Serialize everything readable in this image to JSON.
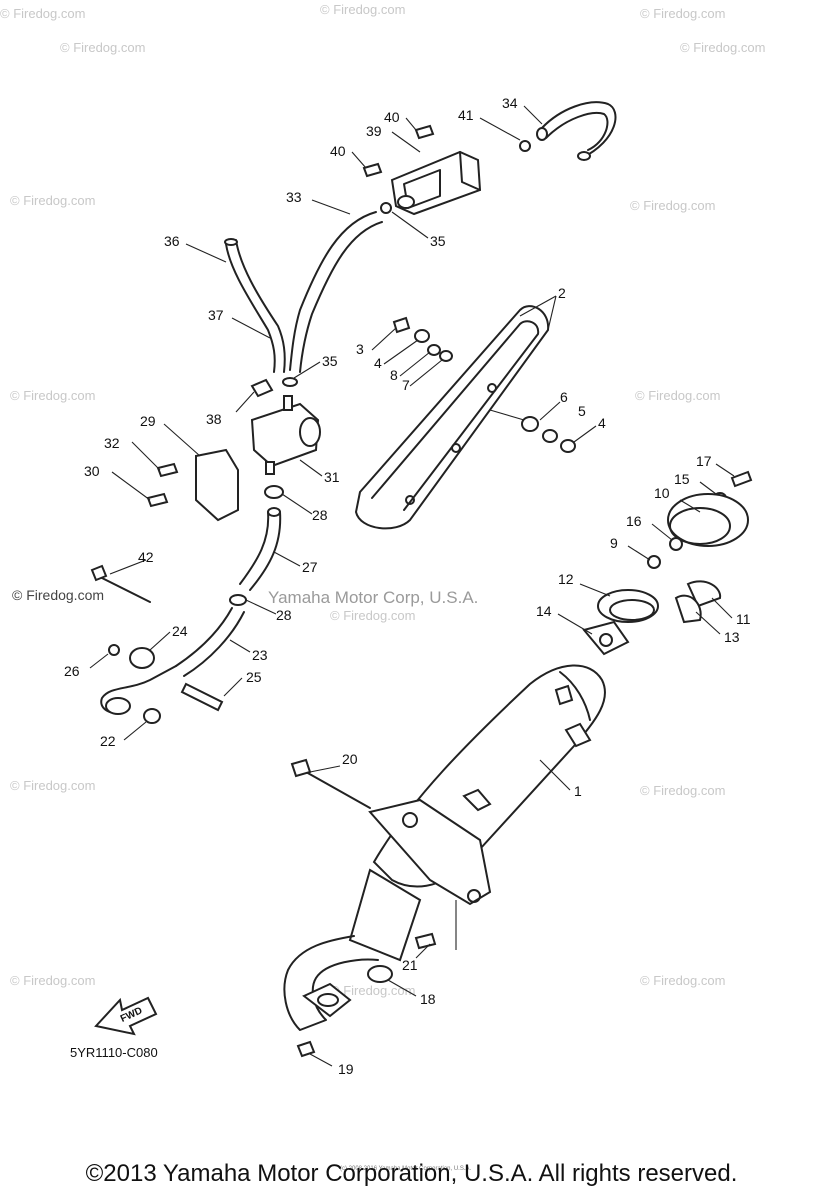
{
  "watermark": {
    "corner": "© Firedog.com",
    "middle": "Yamaha Motor Corp, U.S.A."
  },
  "diagram_code": "5YR1110-C080",
  "fwd_label": "FWD",
  "fine_print": "(c) 2008 2016 Yamaha Motor Corporation, U.S.A.",
  "copyright": "©2013 Yamaha Motor Corporation, U.S.A. All rights reserved.",
  "callouts": {
    "c1": "1",
    "c2": "2",
    "c3": "3",
    "c4a": "4",
    "c4b": "4",
    "c5": "5",
    "c6": "6",
    "c7": "7",
    "c8": "8",
    "c9": "9",
    "c10": "10",
    "c11": "11",
    "c12": "12",
    "c13": "13",
    "c14": "14",
    "c15": "15",
    "c16": "16",
    "c17": "17",
    "c18": "18",
    "c19": "19",
    "c20": "20",
    "c21": "21",
    "c22": "22",
    "c23": "23",
    "c24": "24",
    "c25": "25",
    "c26": "26",
    "c27": "27",
    "c28a": "28",
    "c28b": "28",
    "c29": "29",
    "c30": "30",
    "c31": "31",
    "c32": "32",
    "c33": "33",
    "c34": "34",
    "c35a": "35",
    "c35b": "35",
    "c36": "36",
    "c37": "37",
    "c38": "38",
    "c39": "39",
    "c40a": "40",
    "c40b": "40",
    "c41": "41",
    "c42": "42"
  }
}
